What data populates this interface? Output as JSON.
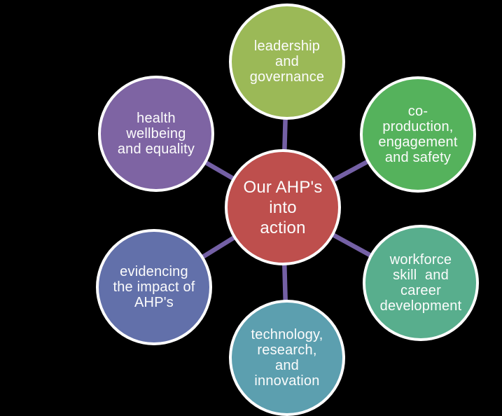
{
  "diagram": {
    "title": "Our AHP's into action",
    "background_color": "#000000",
    "connector_color": "#7460A5",
    "ring_color": "#FFFFFF",
    "text_color": "#FCFCFC",
    "center": {
      "id": "our-ahps-into-action",
      "label": "Our AHP's\ninto\naction",
      "color": "#BE4F4D"
    },
    "nodes": [
      {
        "id": "leadership-governance",
        "position": "top",
        "label": "leadership\nand\ngovernance",
        "color": "#9BB957"
      },
      {
        "id": "co-production-engagement-safety",
        "position": "top-right",
        "label": "co-\nproduction,\nengagement\nand safety",
        "color": "#55B25C"
      },
      {
        "id": "workforce-skill-career",
        "position": "bottom-right",
        "label": "workforce\nskill  and\ncareer\ndevelopment",
        "color": "#58AE8D"
      },
      {
        "id": "technology-research-innovation",
        "position": "bottom",
        "label": "technology,\nresearch,\nand\ninnovation",
        "color": "#5C9FAF"
      },
      {
        "id": "evidencing-impact",
        "position": "bottom-left",
        "label": "evidencing\nthe impact of\nAHP's",
        "color": "#6270AA"
      },
      {
        "id": "health-wellbeing-equality",
        "position": "top-left",
        "label": "health\nwellbeing\nand equality",
        "color": "#7E64A3"
      }
    ]
  }
}
